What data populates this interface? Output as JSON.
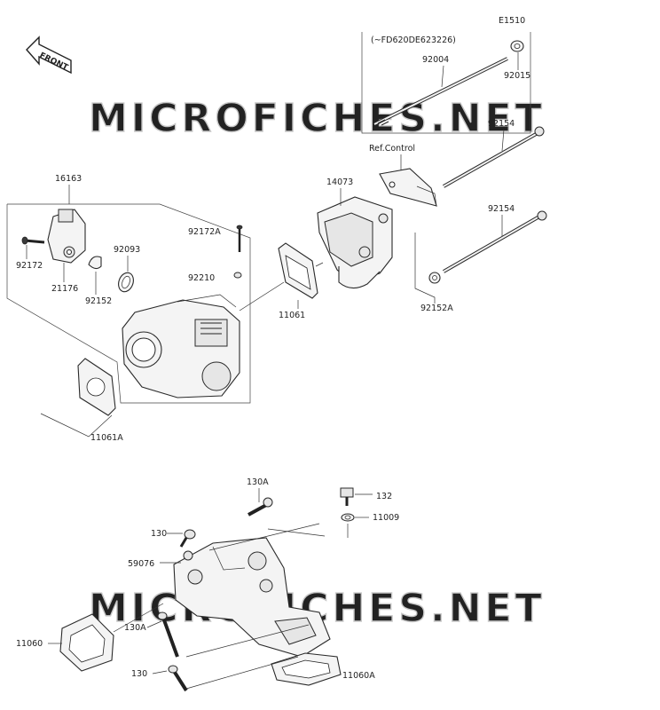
{
  "diagram_code": "E1510",
  "serial_note": "(~FD620DE623226)",
  "front_label": "FRONT",
  "ref_label": "Ref.Control",
  "watermark": "MICROFICHES.NET",
  "parts": {
    "p92004": "92004",
    "p92015": "92015",
    "p92154a": "92154",
    "p92154b": "92154",
    "p92152a": "92152A",
    "p14073": "14073",
    "p11061": "11061",
    "p16163": "16163",
    "p92172": "92172",
    "p21176": "21176",
    "p92152": "92152",
    "p92093": "92093",
    "p92172a": "92172A",
    "p92210": "92210",
    "p11061a": "11061A",
    "p130a_top": "130A",
    "p132": "132",
    "p11009": "11009",
    "p130_top": "130",
    "p59076": "59076",
    "p130a_bot": "130A",
    "p11060": "11060",
    "p130_bot": "130",
    "p11060a": "11060A"
  }
}
